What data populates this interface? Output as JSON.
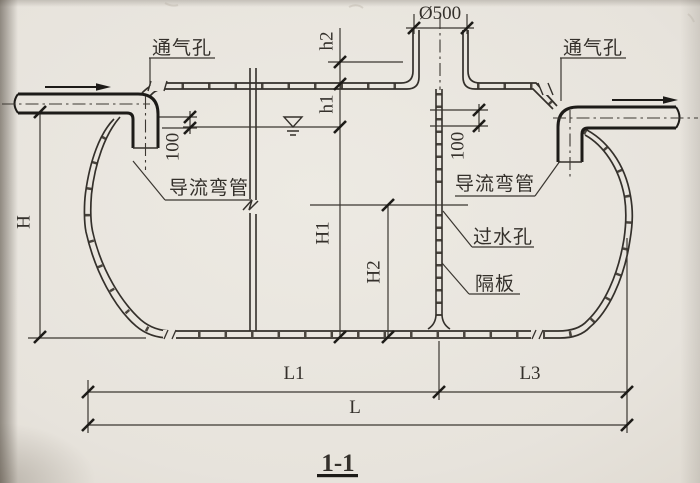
{
  "drawing": {
    "section_title": "1-1",
    "annotations": {
      "vent_left": "通气孔",
      "vent_right": "通气孔",
      "flow_guide_left": "导流弯管",
      "flow_guide_right": "导流弯管",
      "water_pass_hole": "过水孔",
      "baffle": "隔板"
    },
    "dimensions": {
      "manhole_dia": "Ø500",
      "h2": "h2",
      "h1": "h1",
      "H1": "H1",
      "H2": "H2",
      "H": "H",
      "L1": "L1",
      "L3": "L3",
      "L": "L",
      "pipe_depth_left": "100",
      "pipe_depth_right": "100"
    },
    "colors": {
      "paper": "#e8e4dd",
      "ink": "#34302b",
      "pipe_ink": "#1d1b18"
    }
  }
}
